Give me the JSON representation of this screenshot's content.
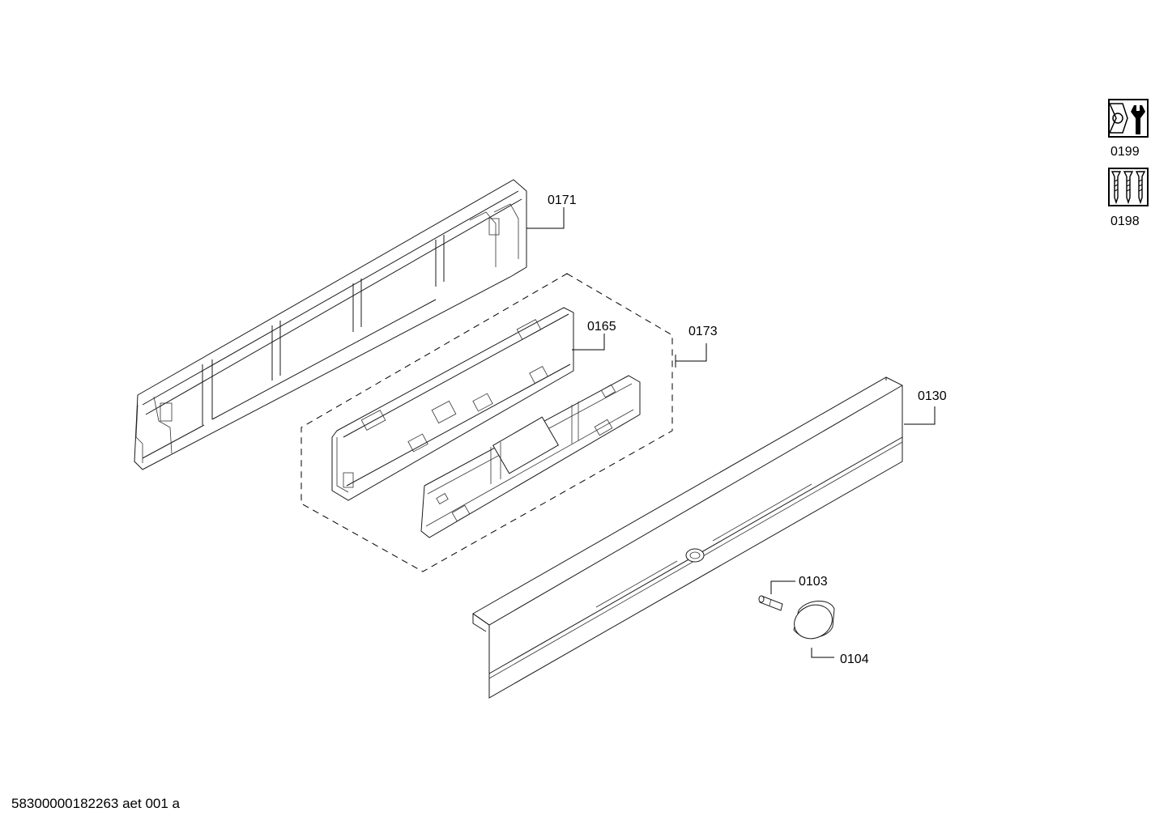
{
  "diagram": {
    "part_labels": {
      "p0171": "0171",
      "p0165": "0165",
      "p0173": "0173",
      "p0130": "0130",
      "p0103": "0103",
      "p0104": "0104",
      "p0199": "0199",
      "p0198": "0198"
    },
    "legend_icons": [
      {
        "icon": "wrench-tool-icon",
        "label": "0199"
      },
      {
        "icon": "screws-icon",
        "label": "0198"
      }
    ],
    "footer": "58300000182263 aet 001 a"
  }
}
